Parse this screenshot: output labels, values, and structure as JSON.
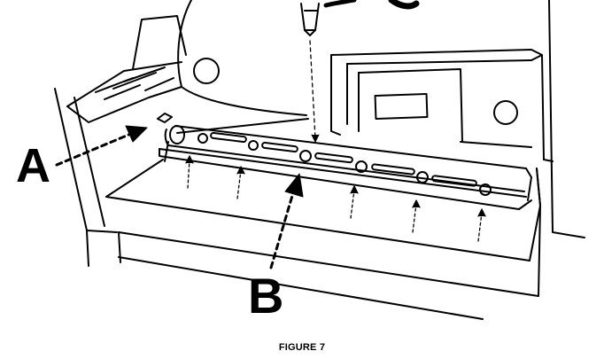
{
  "labels": {
    "a": "A",
    "b": "B"
  },
  "caption": "FIGURE 7",
  "colors": {
    "ink": "#000000",
    "paper": "#ffffff"
  },
  "icons": [
    "cylinder-icon"
  ]
}
